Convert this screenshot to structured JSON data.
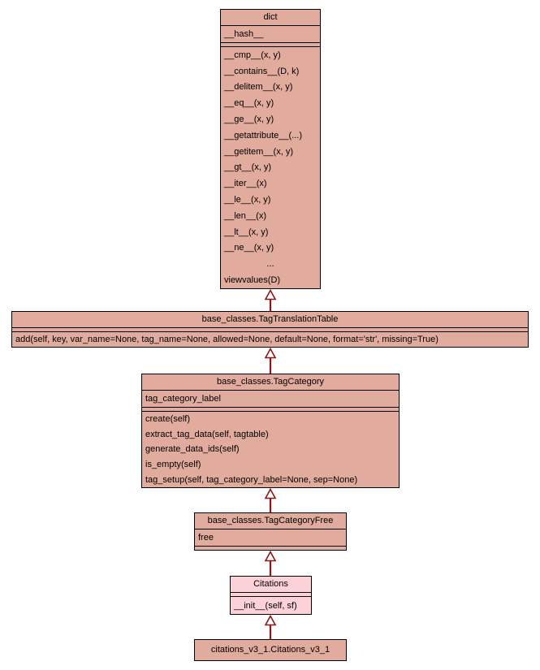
{
  "diagram": {
    "type": "uml-class-diagram",
    "colors": {
      "background": "#fefefe",
      "box_fill": "#e1ab9d",
      "highlight_fill": "#fcd2d8",
      "border": "#000000",
      "arrow": "#8b1717"
    },
    "classes": {
      "dict": {
        "title": "dict",
        "attributes": [
          "__hash__"
        ],
        "methods": [
          "__cmp__(x, y)",
          "__contains__(D, k)",
          "__delitem__(x, y)",
          "__eq__(x, y)",
          "__ge__(x, y)",
          "__getattribute__(...)",
          "__getitem__(x, y)",
          "__gt__(x, y)",
          "__iter__(x)",
          "__le__(x, y)",
          "__len__(x)",
          "__lt__(x, y)",
          "__ne__(x, y)",
          "...",
          "viewvalues(D)"
        ]
      },
      "tag_translation_table": {
        "title": "base_classes.TagTranslationTable",
        "attributes": [],
        "methods": [
          "add(self, key, var_name=None, tag_name=None, allowed=None, default=None, format='str', missing=True)"
        ]
      },
      "tag_category": {
        "title": "base_classes.TagCategory",
        "attributes": [
          "tag_category_label"
        ],
        "methods": [
          "create(self)",
          "extract_tag_data(self, tagtable)",
          "generate_data_ids(self)",
          "is_empty(self)",
          "tag_setup(self, tag_category_label=None, sep=None)"
        ]
      },
      "tag_category_free": {
        "title": "base_classes.TagCategoryFree",
        "attributes": [
          "free"
        ],
        "methods": []
      },
      "citations": {
        "title": "Citations",
        "attributes": [],
        "methods": [
          "__init__(self, sf)"
        ]
      },
      "citations_v3_1": {
        "title": "citations_v3_1.Citations_v3_1",
        "attributes": [],
        "methods": []
      }
    },
    "relationships": [
      {
        "from": "base_classes.TagTranslationTable",
        "to": "dict",
        "type": "inheritance"
      },
      {
        "from": "base_classes.TagCategory",
        "to": "base_classes.TagTranslationTable",
        "type": "inheritance"
      },
      {
        "from": "base_classes.TagCategoryFree",
        "to": "base_classes.TagCategory",
        "type": "inheritance"
      },
      {
        "from": "Citations",
        "to": "base_classes.TagCategoryFree",
        "type": "inheritance"
      },
      {
        "from": "citations_v3_1.Citations_v3_1",
        "to": "Citations",
        "type": "inheritance"
      }
    ]
  }
}
